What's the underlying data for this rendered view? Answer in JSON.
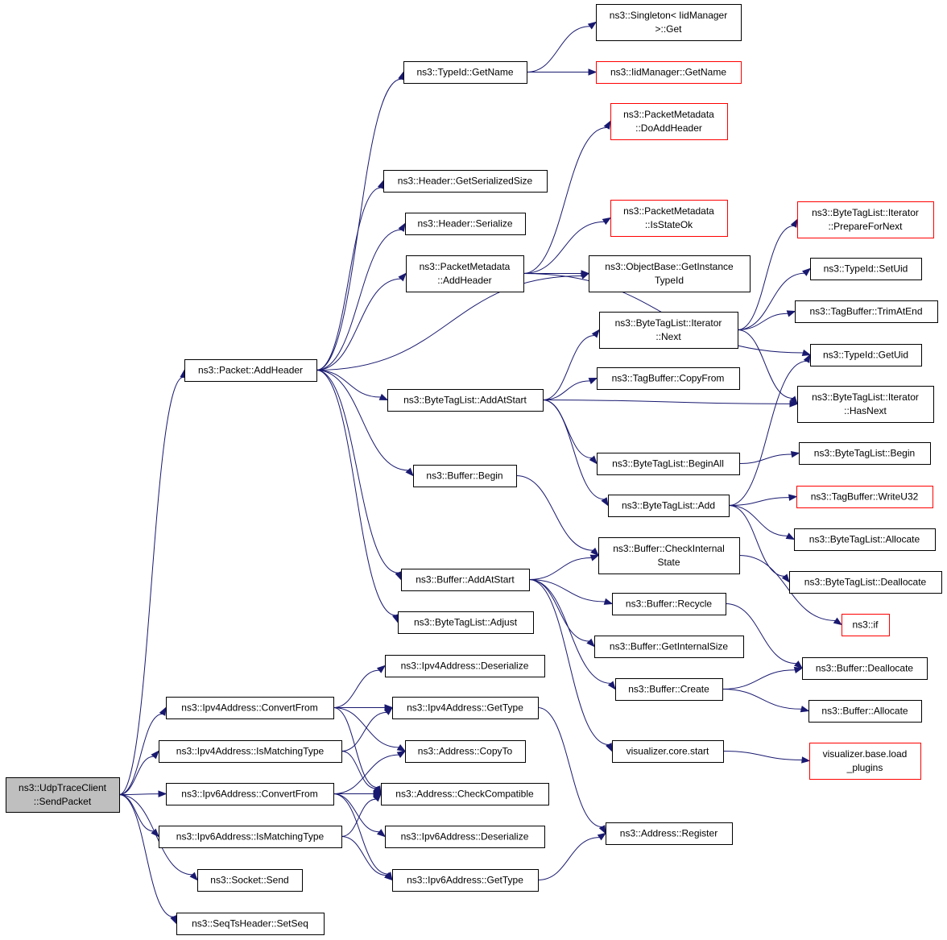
{
  "nodes": [
    {
      "id": "n0",
      "lines": [
        "ns3::UdpTraceClient",
        "::SendPacket"
      ],
      "style": "root"
    },
    {
      "id": "n1",
      "lines": [
        "ns3::Packet::AddHeader"
      ]
    },
    {
      "id": "n2",
      "lines": [
        "ns3::TypeId::GetName"
      ]
    },
    {
      "id": "n3",
      "lines": [
        "ns3::Singleton< IidManager",
        ">::Get"
      ]
    },
    {
      "id": "n4",
      "lines": [
        "ns3::IidManager::GetName"
      ],
      "style": "red"
    },
    {
      "id": "n5",
      "lines": [
        "ns3::PacketMetadata",
        "::DoAddHeader"
      ],
      "style": "red"
    },
    {
      "id": "n6",
      "lines": [
        "ns3::Header::GetSerializedSize"
      ]
    },
    {
      "id": "n7",
      "lines": [
        "ns3::Header::Serialize"
      ]
    },
    {
      "id": "n8",
      "lines": [
        "ns3::PacketMetadata",
        "::IsStateOk"
      ],
      "style": "red"
    },
    {
      "id": "n9",
      "lines": [
        "ns3::PacketMetadata",
        "::AddHeader"
      ]
    },
    {
      "id": "n10",
      "lines": [
        "ns3::ObjectBase::GetInstance",
        "TypeId"
      ]
    },
    {
      "id": "n11",
      "lines": [
        "ns3::ByteTagList::Iterator",
        "::PrepareForNext"
      ],
      "style": "red"
    },
    {
      "id": "n12",
      "lines": [
        "ns3::TypeId::SetUid"
      ]
    },
    {
      "id": "n13",
      "lines": [
        "ns3::ByteTagList::Iterator",
        "::Next"
      ]
    },
    {
      "id": "n14",
      "lines": [
        "ns3::TagBuffer::TrimAtEnd"
      ]
    },
    {
      "id": "n15",
      "lines": [
        "ns3::TypeId::GetUid"
      ]
    },
    {
      "id": "n16",
      "lines": [
        "ns3::TagBuffer::CopyFrom"
      ]
    },
    {
      "id": "n17",
      "lines": [
        "ns3::ByteTagList::AddAtStart"
      ]
    },
    {
      "id": "n18",
      "lines": [
        "ns3::ByteTagList::Iterator",
        "::HasNext"
      ]
    },
    {
      "id": "n19",
      "lines": [
        "ns3::ByteTagList::BeginAll"
      ]
    },
    {
      "id": "n20",
      "lines": [
        "ns3::ByteTagList::Begin"
      ]
    },
    {
      "id": "n21",
      "lines": [
        "ns3::Buffer::Begin"
      ]
    },
    {
      "id": "n22",
      "lines": [
        "ns3::ByteTagList::Add"
      ]
    },
    {
      "id": "n23",
      "lines": [
        "ns3::TagBuffer::WriteU32"
      ],
      "style": "red"
    },
    {
      "id": "n24",
      "lines": [
        "ns3::ByteTagList::Allocate"
      ]
    },
    {
      "id": "n25",
      "lines": [
        "ns3::Buffer::CheckInternal",
        "State"
      ]
    },
    {
      "id": "n26",
      "lines": [
        "ns3::Buffer::AddAtStart"
      ]
    },
    {
      "id": "n27",
      "lines": [
        "ns3::ByteTagList::Deallocate"
      ]
    },
    {
      "id": "n28",
      "lines": [
        "ns3::Buffer::Recycle"
      ]
    },
    {
      "id": "n29",
      "lines": [
        "ns3::ByteTagList::Adjust"
      ]
    },
    {
      "id": "n30",
      "lines": [
        "ns3::if"
      ],
      "style": "red"
    },
    {
      "id": "n31",
      "lines": [
        "ns3::Buffer::GetInternalSize"
      ]
    },
    {
      "id": "n32",
      "lines": [
        "ns3::Ipv4Address::Deserialize"
      ]
    },
    {
      "id": "n33",
      "lines": [
        "ns3::Buffer::Deallocate"
      ]
    },
    {
      "id": "n34",
      "lines": [
        "ns3::Buffer::Create"
      ]
    },
    {
      "id": "n35",
      "lines": [
        "ns3::Ipv4Address::ConvertFrom"
      ]
    },
    {
      "id": "n36",
      "lines": [
        "ns3::Ipv4Address::GetType"
      ]
    },
    {
      "id": "n37",
      "lines": [
        "ns3::Buffer::Allocate"
      ]
    },
    {
      "id": "n38",
      "lines": [
        "visualizer.core.start"
      ]
    },
    {
      "id": "n39",
      "lines": [
        "ns3::Ipv4Address::IsMatchingType"
      ]
    },
    {
      "id": "n40",
      "lines": [
        "ns3::Address::CopyTo"
      ]
    },
    {
      "id": "n41",
      "lines": [
        "visualizer.base.load",
        "_plugins"
      ],
      "style": "red"
    },
    {
      "id": "n42",
      "lines": [
        "ns3::Ipv6Address::ConvertFrom"
      ]
    },
    {
      "id": "n43",
      "lines": [
        "ns3::Address::CheckCompatible"
      ]
    },
    {
      "id": "n44",
      "lines": [
        "ns3::Ipv6Address::IsMatchingType"
      ]
    },
    {
      "id": "n45",
      "lines": [
        "ns3::Ipv6Address::Deserialize"
      ]
    },
    {
      "id": "n46",
      "lines": [
        "ns3::Address::Register"
      ]
    },
    {
      "id": "n47",
      "lines": [
        "ns3::Socket::Send"
      ]
    },
    {
      "id": "n48",
      "lines": [
        "ns3::Ipv6Address::GetType"
      ]
    },
    {
      "id": "n49",
      "lines": [
        "ns3::SeqTsHeader::SetSeq"
      ]
    }
  ],
  "edges": [
    [
      "n0",
      "n1"
    ],
    [
      "n0",
      "n35"
    ],
    [
      "n0",
      "n39"
    ],
    [
      "n0",
      "n42"
    ],
    [
      "n0",
      "n44"
    ],
    [
      "n0",
      "n47"
    ],
    [
      "n0",
      "n49"
    ],
    [
      "n1",
      "n2"
    ],
    [
      "n1",
      "n6"
    ],
    [
      "n1",
      "n7"
    ],
    [
      "n1",
      "n9"
    ],
    [
      "n1",
      "n10"
    ],
    [
      "n1",
      "n17"
    ],
    [
      "n1",
      "n21"
    ],
    [
      "n1",
      "n26"
    ],
    [
      "n1",
      "n29"
    ],
    [
      "n2",
      "n3"
    ],
    [
      "n2",
      "n4"
    ],
    [
      "n9",
      "n5"
    ],
    [
      "n9",
      "n8"
    ],
    [
      "n9",
      "n10"
    ],
    [
      "n9",
      "n15"
    ],
    [
      "n13",
      "n11"
    ],
    [
      "n13",
      "n12"
    ],
    [
      "n13",
      "n14"
    ],
    [
      "n13",
      "n18"
    ],
    [
      "n17",
      "n13"
    ],
    [
      "n17",
      "n16"
    ],
    [
      "n17",
      "n18"
    ],
    [
      "n17",
      "n19"
    ],
    [
      "n17",
      "n22"
    ],
    [
      "n19",
      "n20"
    ],
    [
      "n21",
      "n25"
    ],
    [
      "n22",
      "n15"
    ],
    [
      "n22",
      "n23"
    ],
    [
      "n22",
      "n24"
    ],
    [
      "n22",
      "n27"
    ],
    [
      "n25",
      "n30"
    ],
    [
      "n26",
      "n25"
    ],
    [
      "n26",
      "n28"
    ],
    [
      "n26",
      "n31"
    ],
    [
      "n26",
      "n34"
    ],
    [
      "n26",
      "n38"
    ],
    [
      "n28",
      "n33"
    ],
    [
      "n34",
      "n33"
    ],
    [
      "n34",
      "n37"
    ],
    [
      "n35",
      "n32"
    ],
    [
      "n35",
      "n36"
    ],
    [
      "n35",
      "n40"
    ],
    [
      "n35",
      "n43"
    ],
    [
      "n36",
      "n46"
    ],
    [
      "n38",
      "n41"
    ],
    [
      "n39",
      "n36"
    ],
    [
      "n39",
      "n43"
    ],
    [
      "n42",
      "n40"
    ],
    [
      "n42",
      "n43"
    ],
    [
      "n42",
      "n45"
    ],
    [
      "n42",
      "n48"
    ],
    [
      "n44",
      "n43"
    ],
    [
      "n44",
      "n48"
    ],
    [
      "n48",
      "n46"
    ]
  ]
}
